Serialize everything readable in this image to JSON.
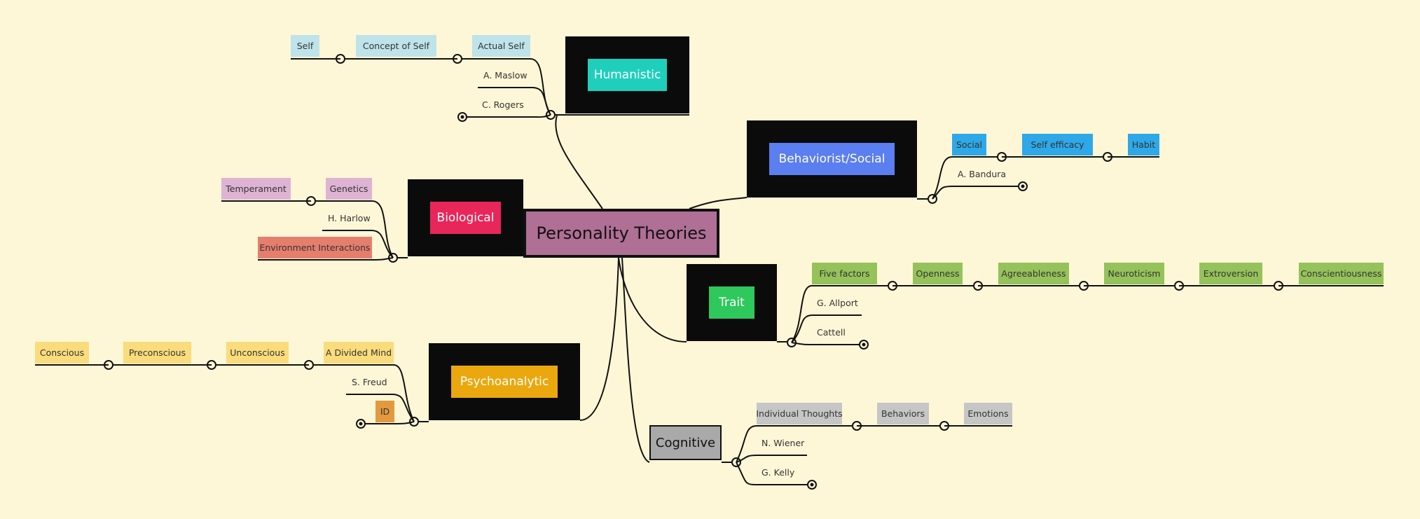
{
  "central": {
    "label": "Personality Theories",
    "color": "#b06f95"
  },
  "branches": {
    "humanistic": {
      "label": "Humanistic",
      "color": "#1fcfbc",
      "chain": [
        "Self",
        "Concept of Self",
        "Actual Self"
      ],
      "people": [
        "A. Maslow",
        "C. Rogers"
      ],
      "chip_color": "#bfe3ea"
    },
    "behaviorist": {
      "label": "Behaviorist/Social",
      "color": "#5b7ef0",
      "chain": [
        "Social",
        "Self efficacy",
        "Habit"
      ],
      "people": [
        "A. Bandura"
      ],
      "chip_color": "#2ea8e8"
    },
    "biological": {
      "label": "Biological",
      "color": "#e8265a",
      "chain": [
        "Temperament",
        "Genetics"
      ],
      "people": [
        "H. Harlow"
      ],
      "extra": "Environment Interactions",
      "chip_color": "#dfb3d4",
      "extra_color": "#e67e6e"
    },
    "trait": {
      "label": "Trait",
      "color": "#2ec85c",
      "chain": [
        "Five factors",
        "Openness",
        "Agreeableness",
        "Neuroticism",
        "Extroversion",
        "Conscientiousness"
      ],
      "people": [
        "G. Allport",
        "Cattell"
      ],
      "chip_color": "#95c25a"
    },
    "psychoanalytic": {
      "label": "Psychoanalytic",
      "color": "#eaa80e",
      "chain": [
        "Conscious",
        "Preconscious",
        "Unconscious",
        "A Divided Mind"
      ],
      "people": [
        "S. Freud"
      ],
      "extra": "ID",
      "chip_color": "#fadc7c",
      "extra_color": "#e39a3e"
    },
    "cognitive": {
      "label": "Cognitive",
      "color": "#a9a9a9",
      "chain": [
        "Individual Thoughts",
        "Behaviors",
        "Emotions"
      ],
      "people": [
        "N. Wiener",
        "G. Kelly"
      ],
      "chip_color": "#c6c6c6"
    }
  }
}
